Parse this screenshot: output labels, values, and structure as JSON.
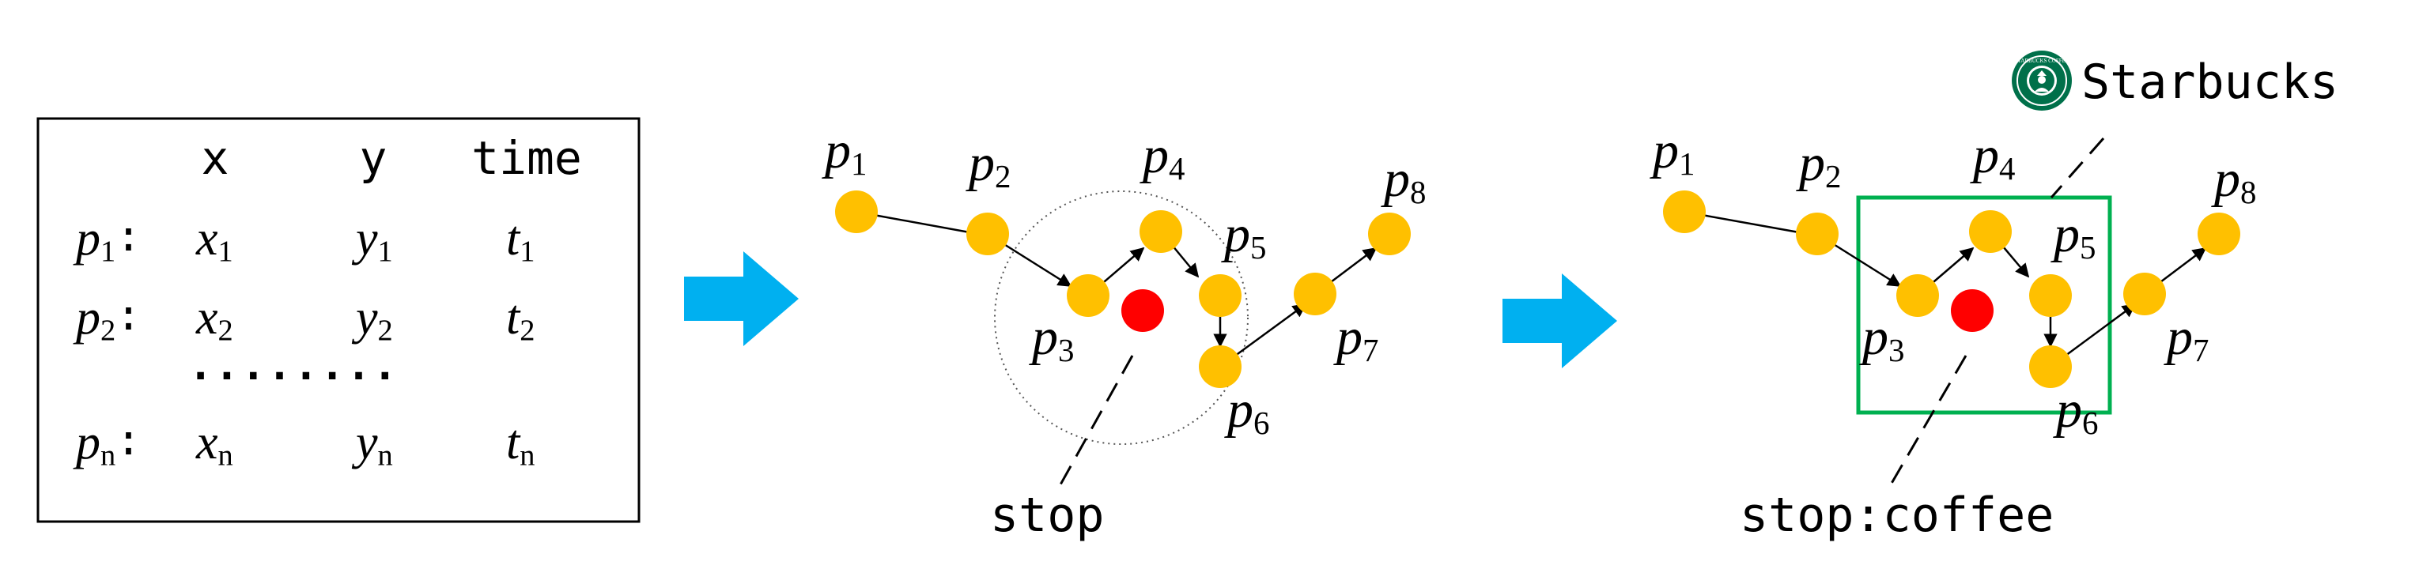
{
  "table": {
    "headers": [
      "x",
      "y",
      "time"
    ],
    "rows": [
      {
        "label": "p1",
        "x": "x1",
        "y": "y1",
        "t": "t1"
      },
      {
        "label": "p2",
        "x": "x2",
        "y": "y2",
        "t": "t2"
      },
      {
        "label": "pn",
        "x": "xn",
        "y": "yn",
        "t": "tn"
      }
    ],
    "ellipsis": "........",
    "colon": ":"
  },
  "panel2": {
    "point_labels": [
      "p1",
      "p2",
      "p3",
      "p4",
      "p5",
      "p6",
      "p7",
      "p8"
    ],
    "annotation": "stop"
  },
  "panel3": {
    "point_labels": [
      "p1",
      "p2",
      "p3",
      "p4",
      "p5",
      "p6",
      "p7",
      "p8"
    ],
    "annotation": "stop:coffee",
    "poi_label": "Starbucks",
    "logo_text": "STARBUCKS COFFEE"
  },
  "colors": {
    "point_fill": "#FFC000",
    "stop_fill": "#FF0000",
    "arrow_fill": "#00B0F0",
    "box_stroke": "#00B050",
    "logo_green": "#00704A"
  }
}
